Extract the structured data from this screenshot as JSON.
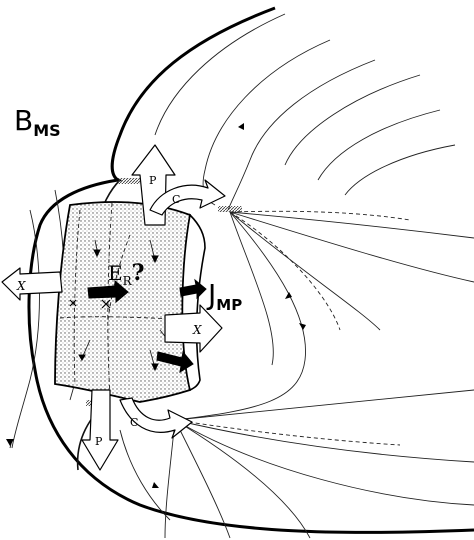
{
  "labels": {
    "b_ms": {
      "main": "B",
      "sub": "MS"
    },
    "e_r": {
      "main": "E",
      "sub": "R",
      "suffix": "?"
    },
    "j_mp": {
      "main": "J",
      "sub": "MP"
    },
    "x_flow_left": "X",
    "x_flow_right": "X",
    "p_flow_top": "P",
    "p_flow_bottom": "P",
    "c_flow_top": "C",
    "c_flow_bottom": "C"
  }
}
